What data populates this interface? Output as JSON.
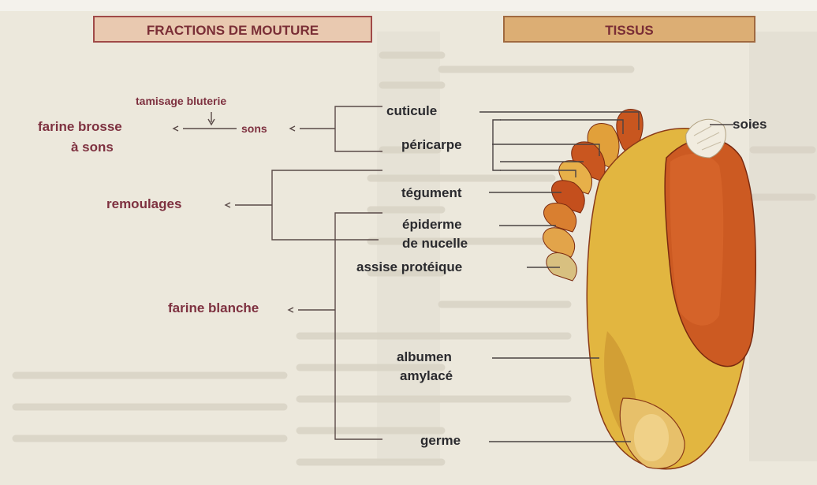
{
  "headers": {
    "fractions": "FRACTIONS DE MOUTURE",
    "tissus": "TISSUS"
  },
  "fractions": {
    "tamisage": "tamisage bluterie",
    "farine_brosse_1": "farine brosse",
    "farine_brosse_2": "à sons",
    "sons": "sons",
    "remoulages": "remoulages",
    "farine_blanche": "farine blanche"
  },
  "tissus": {
    "cuticule": "cuticule",
    "pericarpe": "péricarpe",
    "tegument": "tégument",
    "epiderme_1": "épiderme",
    "epiderme_2": "de nucelle",
    "assise": "assise protéique",
    "albumen_1": "albumen",
    "albumen_2": "amylacé",
    "germe": "germe",
    "soies": "soies"
  },
  "colors": {
    "fraction_text": "#7e3140",
    "tissue_text": "#2a2a2e",
    "grain_outer": "#c9541e",
    "grain_inner": "#e2b640",
    "lines": "#5a4a48"
  }
}
